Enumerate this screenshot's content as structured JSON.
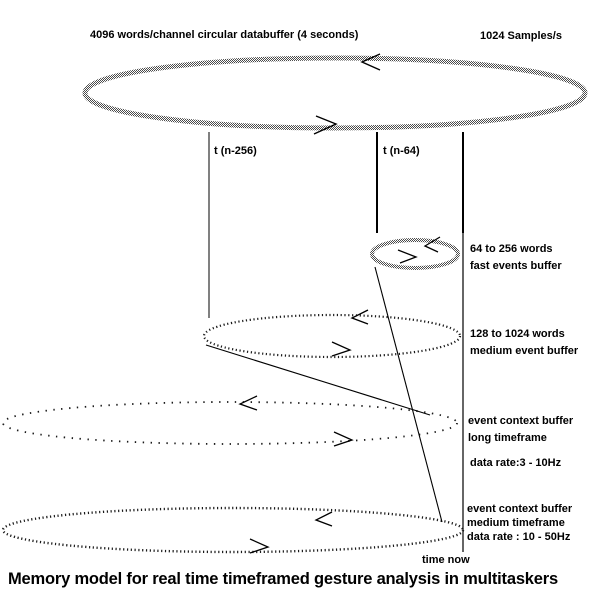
{
  "title": {
    "buffer_label": "4096 words/channel circular databuffer (4 seconds)",
    "sample_rate": "1024 Samples/s"
  },
  "markers": {
    "t_n256": "t (n-256)",
    "t_n64": "t (n-64)",
    "time_now": "time now"
  },
  "buffers": {
    "fast": {
      "line1": "64 to 256 words",
      "line2": "fast events buffer"
    },
    "medium": {
      "line1": "128 to 1024 words",
      "line2": "medium event buffer"
    },
    "long_context": {
      "line1": "event context buffer",
      "line2": "long timeframe",
      "rate": "data rate:3 - 10Hz"
    },
    "medium_context": {
      "line1": "event context buffer",
      "line2": "medium timeframe",
      "rate": "data rate : 10 - 50Hz"
    }
  },
  "caption": "Memory model for real time timeframed gesture analysis in multitaskers",
  "colors": {
    "background": "#ffffff",
    "ink": "#000000",
    "dither_gray": "#8c8c8c"
  }
}
